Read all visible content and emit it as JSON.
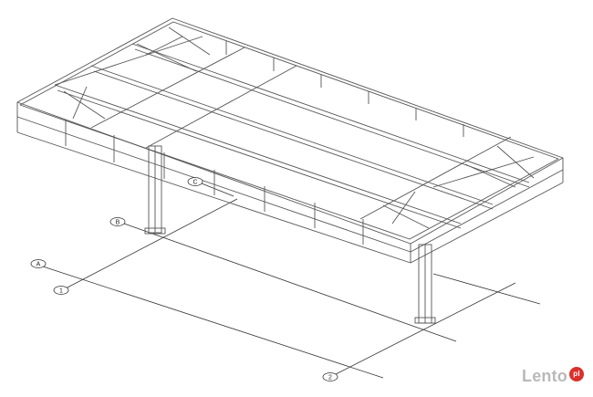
{
  "grid": {
    "bubbles": [
      {
        "label": "A"
      },
      {
        "label": "B"
      },
      {
        "label": "C"
      },
      {
        "label": "1"
      },
      {
        "label": "2"
      }
    ]
  },
  "colors": {
    "structure": "#555555",
    "grid_line": "#333333",
    "logo": "#b9b9b9",
    "logo_badge": "#d9302c"
  },
  "branding": {
    "name": "Lento",
    "badge": "pl"
  }
}
